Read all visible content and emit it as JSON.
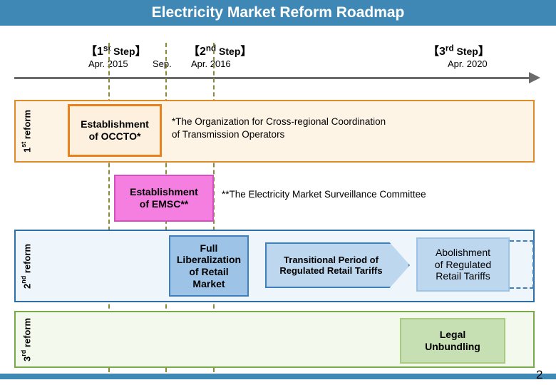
{
  "slide": {
    "title": "Electricity Market Reform Roadmap",
    "page_number": "2",
    "colors": {
      "title_bar": "#3f87b5",
      "band_1_border": "#e08a2e",
      "band_2_border": "#2f6fa8",
      "band_3_border": "#7aa94a",
      "occto_box": "#e8821e",
      "emsc_box": "#f57fe0",
      "retail_box": "#9dc3e6",
      "legal_box": "#c6e0b4",
      "step_line": "#8a8a3a"
    }
  },
  "steps": [
    {
      "label_bracket_open": "【",
      "label_main": "1",
      "label_ordinal": "st",
      "label_word": " Step",
      "label_bracket_close": "】",
      "date": "Apr. 2015"
    },
    {
      "label_bracket_open": "【",
      "label_main": "2",
      "label_ordinal": "nd",
      "label_word": " Step",
      "label_bracket_close": "】",
      "date": "Apr. 2016"
    },
    {
      "label_bracket_open": "【",
      "label_main": "3",
      "label_ordinal": "rd",
      "label_word": " Step",
      "label_bracket_close": "】",
      "date": "Apr. 2020"
    }
  ],
  "sep_label": "Sep.",
  "bands": [
    {
      "label_number": "1",
      "label_ordinal": "st",
      "label_text": " reform"
    },
    {
      "label_number": "2",
      "label_ordinal": "nd",
      "label_text": " reform"
    },
    {
      "label_number": "3",
      "label_ordinal": "rd",
      "label_text": " reform"
    }
  ],
  "boxes": {
    "occto_line1": "Establishment",
    "occto_line2": "of OCCTO*",
    "emsc_line1": "Establishment",
    "emsc_line2": "of EMSC**",
    "full_liberalization_line1": "Full",
    "full_liberalization_line2": "Liberalization",
    "full_liberalization_line3": "of Retail",
    "full_liberalization_line4": "Market",
    "transitional_line1": "Transitional Period of",
    "transitional_line2": "Regulated Retail Tariffs",
    "abolishment_line1": "Abolishment",
    "abolishment_line2": "of Regulated",
    "abolishment_line3": "Retail Tariffs",
    "legal_line1": "Legal",
    "legal_line2": "Unbundling"
  },
  "notes": {
    "occto_note_line1": "*The Organization for Cross-regional Coordination",
    "occto_note_line2": "of Transmission Operators",
    "emsc_note": "**The Electricity Market Surveillance Committee"
  }
}
